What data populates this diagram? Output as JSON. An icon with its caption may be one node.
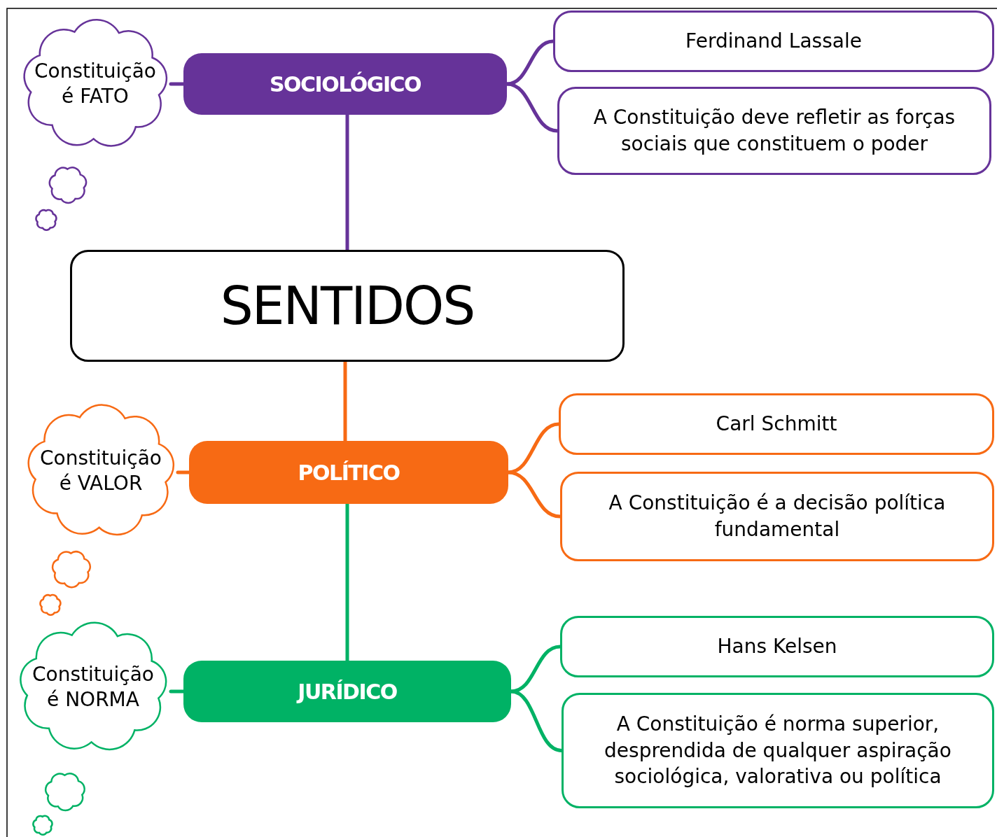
{
  "diagram": {
    "nodes": [
      {
        "text": [
          "SENTIDOS"
        ]
      },
      {
        "text": [
          "SOCIOLÓGICO"
        ]
      },
      {
        "text": [
          "Constituição é FATO"
        ]
      },
      {
        "text": [
          "Ferdinand Lassale"
        ]
      },
      {
        "text": [
          "A Constituição deve refletir as forças sociais que constituem o poder"
        ]
      },
      {
        "text": [
          "POLÍTICO"
        ]
      },
      {
        "text": [
          "Constituição é VALOR"
        ]
      },
      {
        "text": [
          "Carl Schmitt"
        ]
      },
      {
        "text": [
          "A Constituição é a decisão política fundamental"
        ]
      },
      {
        "text": [
          "JURÍDICO"
        ]
      },
      {
        "text": [
          "Constituição é NORMA"
        ]
      },
      {
        "text": [
          "Hans Kelsen"
        ]
      },
      {
        "text": [
          "A Constituição é norma superior, desprendida de qualquer aspiração sociológica, valorativa ou política"
        ]
      }
    ],
    "edges": [
      {
        "from": 0,
        "to": 1,
        "arrow": "none",
        "color": "#663399"
      },
      {
        "from": 1,
        "to": 2,
        "arrow": "none",
        "color": "#663399"
      },
      {
        "from": 1,
        "to": 3,
        "arrow": "none",
        "color": "#663399"
      },
      {
        "from": 1,
        "to": 4,
        "arrow": "none",
        "color": "#663399"
      },
      {
        "from": 0,
        "to": 5,
        "arrow": "none",
        "color": "#f76a14"
      },
      {
        "from": 5,
        "to": 6,
        "arrow": "none",
        "color": "#f76a14"
      },
      {
        "from": 5,
        "to": 7,
        "arrow": "none",
        "color": "#f76a14"
      },
      {
        "from": 5,
        "to": 8,
        "arrow": "none",
        "color": "#f76a14"
      },
      {
        "from": 5,
        "to": 9,
        "arrow": "none",
        "color": "#00b265"
      },
      {
        "from": 9,
        "to": 10,
        "arrow": "none",
        "color": "#00b265"
      },
      {
        "from": 9,
        "to": 11,
        "arrow": "none",
        "color": "#00b265"
      },
      {
        "from": 9,
        "to": 12,
        "arrow": "none",
        "color": "#00b265"
      }
    ]
  }
}
